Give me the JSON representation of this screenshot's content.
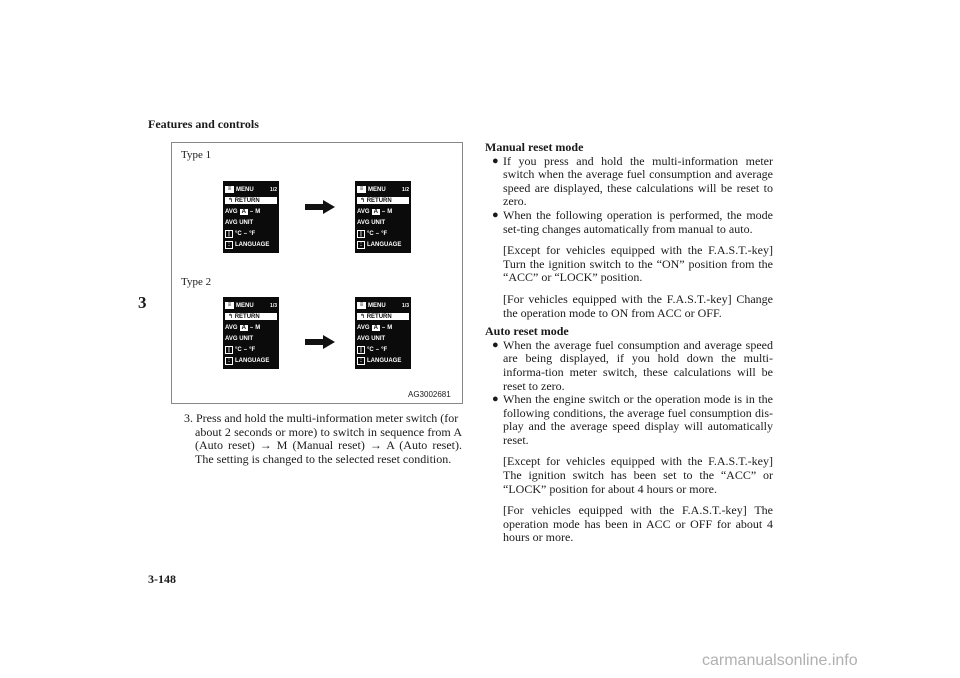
{
  "header": {
    "section_title": "Features and controls"
  },
  "chapter_tab": "3",
  "page_number": "3-148",
  "watermark": "carmanualsonline.info",
  "figure": {
    "type1_label": "Type 1",
    "type2_label": "Type 2",
    "code": "AG3002681",
    "type1_screens": [
      {
        "menu": "MENU",
        "page": "1/2",
        "return": "RETURN",
        "avg_label": "AVG",
        "avg_selected": "A",
        "avg_other": "M",
        "unit": "AVG UNIT",
        "temp_c": "°C",
        "temp_f": "°F",
        "language": "LANGUAGE"
      },
      {
        "menu": "MENU",
        "page": "1/2",
        "return": "RETURN",
        "avg_label": "AVG",
        "avg_selected": "A",
        "avg_other": "M",
        "unit": "AVG UNIT",
        "temp_c": "°C",
        "temp_f": "°F",
        "language": "LANGUAGE"
      }
    ],
    "type2_screens": [
      {
        "menu": "MENU",
        "page": "1/3",
        "return": "RETURN",
        "avg_label": "AVG",
        "avg_selected": "A",
        "avg_other": "M",
        "unit": "AVG UNIT",
        "temp_c": "°C",
        "temp_f": "°F",
        "language": "LANGUAGE"
      },
      {
        "menu": "MENU",
        "page": "1/3",
        "return": "RETURN",
        "avg_label": "AVG",
        "avg_selected": "A",
        "avg_other": "M",
        "unit": "AVG UNIT",
        "temp_c": "°C",
        "temp_f": "°F",
        "language": "LANGUAGE"
      }
    ]
  },
  "step3": {
    "line1": "3. Press and hold the multi-information meter switch (for",
    "cont": "about 2 seconds or more) to switch in sequence from A (Auto reset) → M (Manual reset) → A (Auto reset). The setting is changed to the selected reset condition."
  },
  "manual_reset": {
    "heading": "Manual reset mode",
    "bullet1": "If you press and hold the multi-information meter switch when the average fuel consumption and average speed are displayed, these calculations will be reset to zero.",
    "bullet2": "When the following operation is performed, the mode set-ting changes automatically from manual to auto.",
    "note1": "[Except for vehicles equipped with the F.A.S.T.-key] Turn the ignition switch to the “ON” position from the “ACC” or “LOCK” position.",
    "note2": "[For vehicles equipped with the F.A.S.T.-key] Change the operation mode to ON from ACC or OFF."
  },
  "auto_reset": {
    "heading": "Auto reset mode",
    "bullet1": "When the average fuel consumption and average speed are being displayed, if you hold down the multi-informa-tion meter switch, these calculations will be reset to zero.",
    "bullet2": "When the engine switch or the operation mode is in the following conditions, the average fuel consumption dis-play and the average speed display will automatically reset.",
    "note1": "[Except for vehicles equipped with the F.A.S.T.-key] The ignition switch has been set to the “ACC” or “LOCK” position for about 4 hours or more.",
    "note2": "[For vehicles equipped with the F.A.S.T.-key] The operation mode has been in ACC or OFF for about 4 hours or more."
  }
}
